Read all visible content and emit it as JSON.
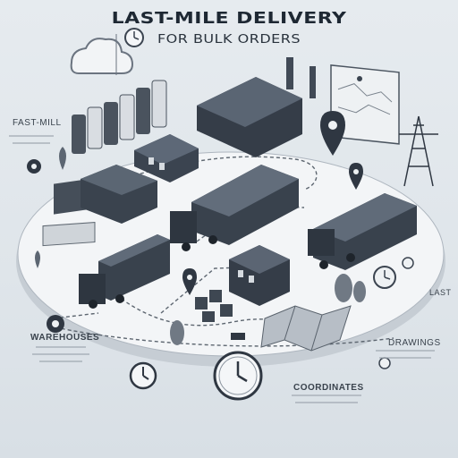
{
  "title": {
    "line1": "LAST-MILE DELIVERY",
    "line2": "FOR BULK ORDERS"
  },
  "labels": {
    "fast_mill": "FAST-MILL",
    "warehouses": "WAREHOUSES",
    "drawings": "DRAWINGS",
    "last": "LAST",
    "coordinates": "COORDINATES"
  },
  "icons": [
    "cloud-icon",
    "clock-icon",
    "map-pin-icon",
    "leaf-icon",
    "power-pylon-icon",
    "map-icon",
    "truck-icon",
    "warehouse-icon",
    "factory-icon"
  ],
  "colors": {
    "background": "#e3e8ec",
    "platform": "#f4f6f8",
    "building_dark": "#3b4450",
    "building_roof": "#5b6573",
    "road": "#6a737d"
  }
}
